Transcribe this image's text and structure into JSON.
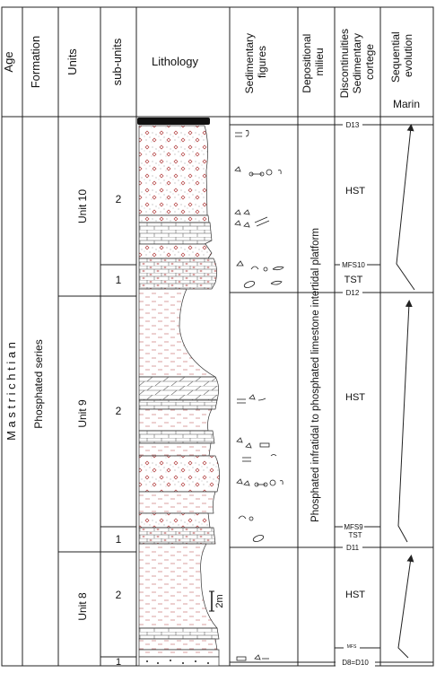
{
  "headers": {
    "age": "Age",
    "formation": "Formation",
    "units": "Units",
    "subunits": "sub-units",
    "lithology": "Lithology",
    "sed_figures": "Sedimentary figures",
    "dep_milieu": "Depositional milieu",
    "discontinuities": "Discontinuities Sedimentary cortege",
    "sequential": "Sequential evolution",
    "marin": "Marin"
  },
  "age": "M a s t r i c h t i a n",
  "formation": "Phosphated series",
  "units": [
    {
      "name": "Unit 10"
    },
    {
      "name": "Unit 9"
    },
    {
      "name": "Unit 8"
    }
  ],
  "subunits": [
    "2",
    "1",
    "2",
    "1",
    "2",
    "1"
  ],
  "milieu": "Phosphated infratidal to phosphated limestone intertidal platform",
  "discontinuities": [
    "D13",
    "MFS10",
    "D12",
    "MFS9",
    "D11",
    "MFS",
    "D8=D10"
  ],
  "cortege": [
    "HST",
    "TST",
    "HST",
    "TST",
    "HST"
  ],
  "scale": "2m",
  "colors": {
    "border": "#222222",
    "phosphate": "#b03a3a",
    "marl": "#c06060",
    "lime": "#777777"
  }
}
